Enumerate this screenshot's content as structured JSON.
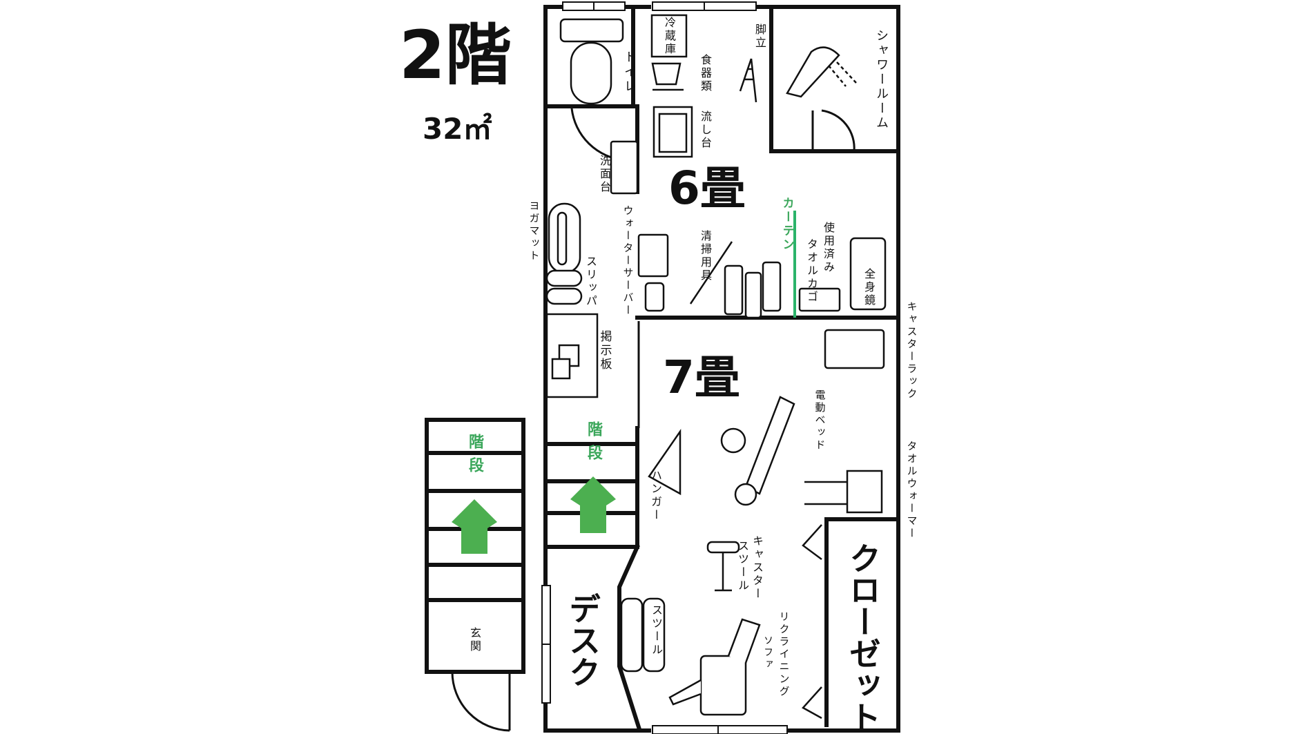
{
  "title": {
    "floor": "2階",
    "area": "32㎡"
  },
  "rooms": {
    "room6": "6畳",
    "room7": "7畳",
    "closet": "クローゼット",
    "desk": "デスク"
  },
  "labels": {
    "fridge": "冷蔵庫",
    "toilet": "トイレ",
    "dishes": "食器類",
    "stepladder": "脚立",
    "shower_room": "シャワールーム",
    "sink": "流し台",
    "washbasin": "洗面台",
    "yoga_mat": "ヨガマット",
    "water_server": "ウォーターサーバー",
    "cleaning_tools": "清掃用具",
    "curtain": "カーテン",
    "towel_basket": "タオルカゴ",
    "used": "使用済み",
    "mirror": "全身鏡",
    "slippers": "スリッパ",
    "bulletin_board": "掲示板",
    "caster_rack": "キャスターラック",
    "electric_bed": "電動ベッド",
    "stairs_left": "階段",
    "stairs_inner": "階段",
    "hanger": "ハンガー",
    "towel_warmer": "タオルウォーマー",
    "caster": "キャスター",
    "stool_caster": "スツール",
    "stool": "スツール",
    "reclining": "リクライニング",
    "sofa": "ソファ",
    "entrance": "玄関"
  },
  "colors": {
    "wall": "#111111",
    "accent_green": "#4caf50",
    "curtain_green": "#2bb36a"
  }
}
